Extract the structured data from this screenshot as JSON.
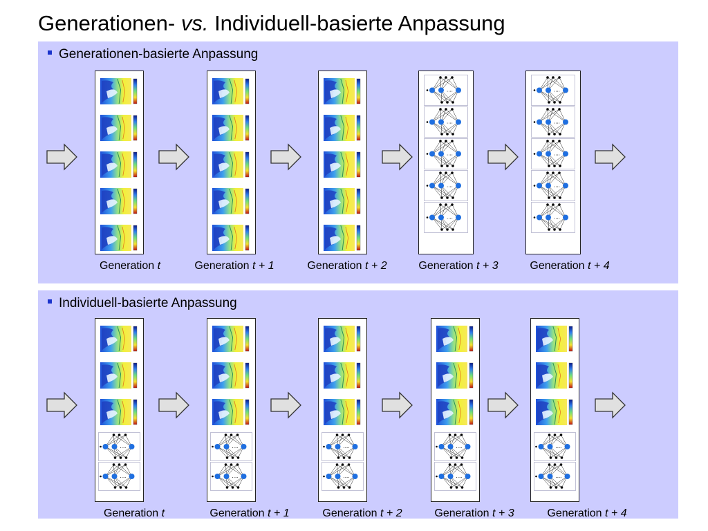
{
  "title": {
    "prefix": "Generationen-",
    "vs": "vs.",
    "suffix": "Individuell-basierte Anpassung"
  },
  "sections": [
    {
      "heading": "Generationen-basierte Anpassung",
      "columns": [
        {
          "label": "Generation",
          "label_italic": "t",
          "cells": [
            "heatmap",
            "heatmap",
            "heatmap",
            "heatmap",
            "heatmap"
          ]
        },
        {
          "label": "Generation",
          "label_italic": "t + 1",
          "cells": [
            "heatmap",
            "heatmap",
            "heatmap",
            "heatmap",
            "heatmap"
          ]
        },
        {
          "label": "Generation",
          "label_italic": "t + 2",
          "cells": [
            "heatmap",
            "heatmap",
            "heatmap",
            "heatmap",
            "heatmap"
          ]
        },
        {
          "label": "Generation",
          "label_italic": "t + 3",
          "cells": [
            "network",
            "network",
            "network",
            "network",
            "network"
          ]
        },
        {
          "label": "Generation",
          "label_italic": "t + 4",
          "cells": [
            "network",
            "network",
            "network",
            "network",
            "network"
          ]
        }
      ]
    },
    {
      "heading": "Individuell-basierte Anpassung",
      "columns": [
        {
          "label": "Generation",
          "label_italic": "t",
          "cells": [
            "heatmap",
            "heatmap",
            "heatmap",
            "network",
            "network"
          ]
        },
        {
          "label": "Generation",
          "label_italic": "t + 1",
          "cells": [
            "heatmap",
            "heatmap",
            "heatmap",
            "network",
            "network"
          ]
        },
        {
          "label": "Generation",
          "label_italic": "t + 2",
          "cells": [
            "heatmap",
            "heatmap",
            "heatmap",
            "network",
            "network"
          ]
        },
        {
          "label": "Generation",
          "label_italic": "t + 3",
          "cells": [
            "heatmap",
            "heatmap",
            "heatmap",
            "network",
            "network"
          ]
        },
        {
          "label": "Generation",
          "label_italic": "t + 4",
          "cells": [
            "heatmap",
            "heatmap",
            "heatmap",
            "network",
            "network"
          ]
        }
      ]
    }
  ],
  "colors": {
    "panel": "#ccccff",
    "arrow_fill": "#e0e0e0",
    "bullet": "#1a33cc",
    "node": "#1f6fe0"
  }
}
